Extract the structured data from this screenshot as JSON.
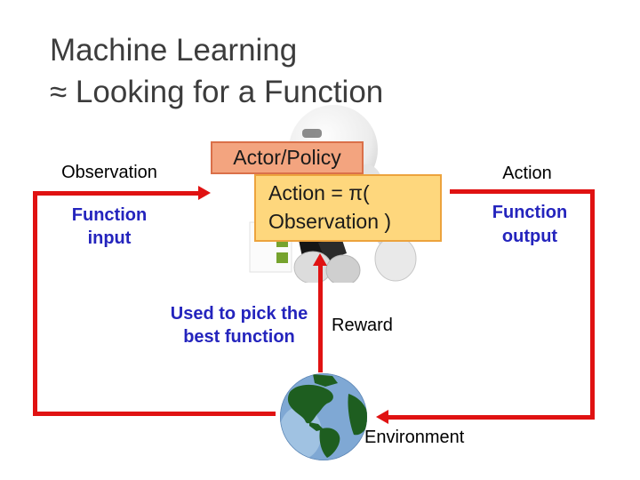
{
  "title": {
    "line1": "Machine Learning",
    "line2": "≈ Looking for a Function"
  },
  "labels": {
    "observation": "Observation",
    "function_input_line1": "Function",
    "function_input_line2": "input",
    "action": "Action",
    "function_output_line1": "Function",
    "function_output_line2": "output",
    "pick_note_line1": "Used to pick the",
    "pick_note_line2": "best function",
    "reward": "Reward",
    "environment": "Environment"
  },
  "boxes": {
    "actor_policy": "Actor/Policy",
    "policy_function_line1": "Action = π(",
    "policy_function_line2": "Observation )"
  },
  "icons": {
    "robot": "robot-actor-illustration",
    "globe": "earth-globe-environment-illustration"
  },
  "colors": {
    "arrow_red": "#E01212",
    "annotation_blue": "#2424BD",
    "title_gray": "#3C3C3C",
    "actor_box_fill": "#F3A47F",
    "actor_box_border": "#DA7049",
    "function_box_fill": "#FED77D",
    "function_box_border": "#ECA33D",
    "globe_ocean": "#7FA8D4",
    "globe_land": "#1E5E20",
    "robot_body": "#E8E8E8",
    "board_dash_green": "#76A32E"
  }
}
